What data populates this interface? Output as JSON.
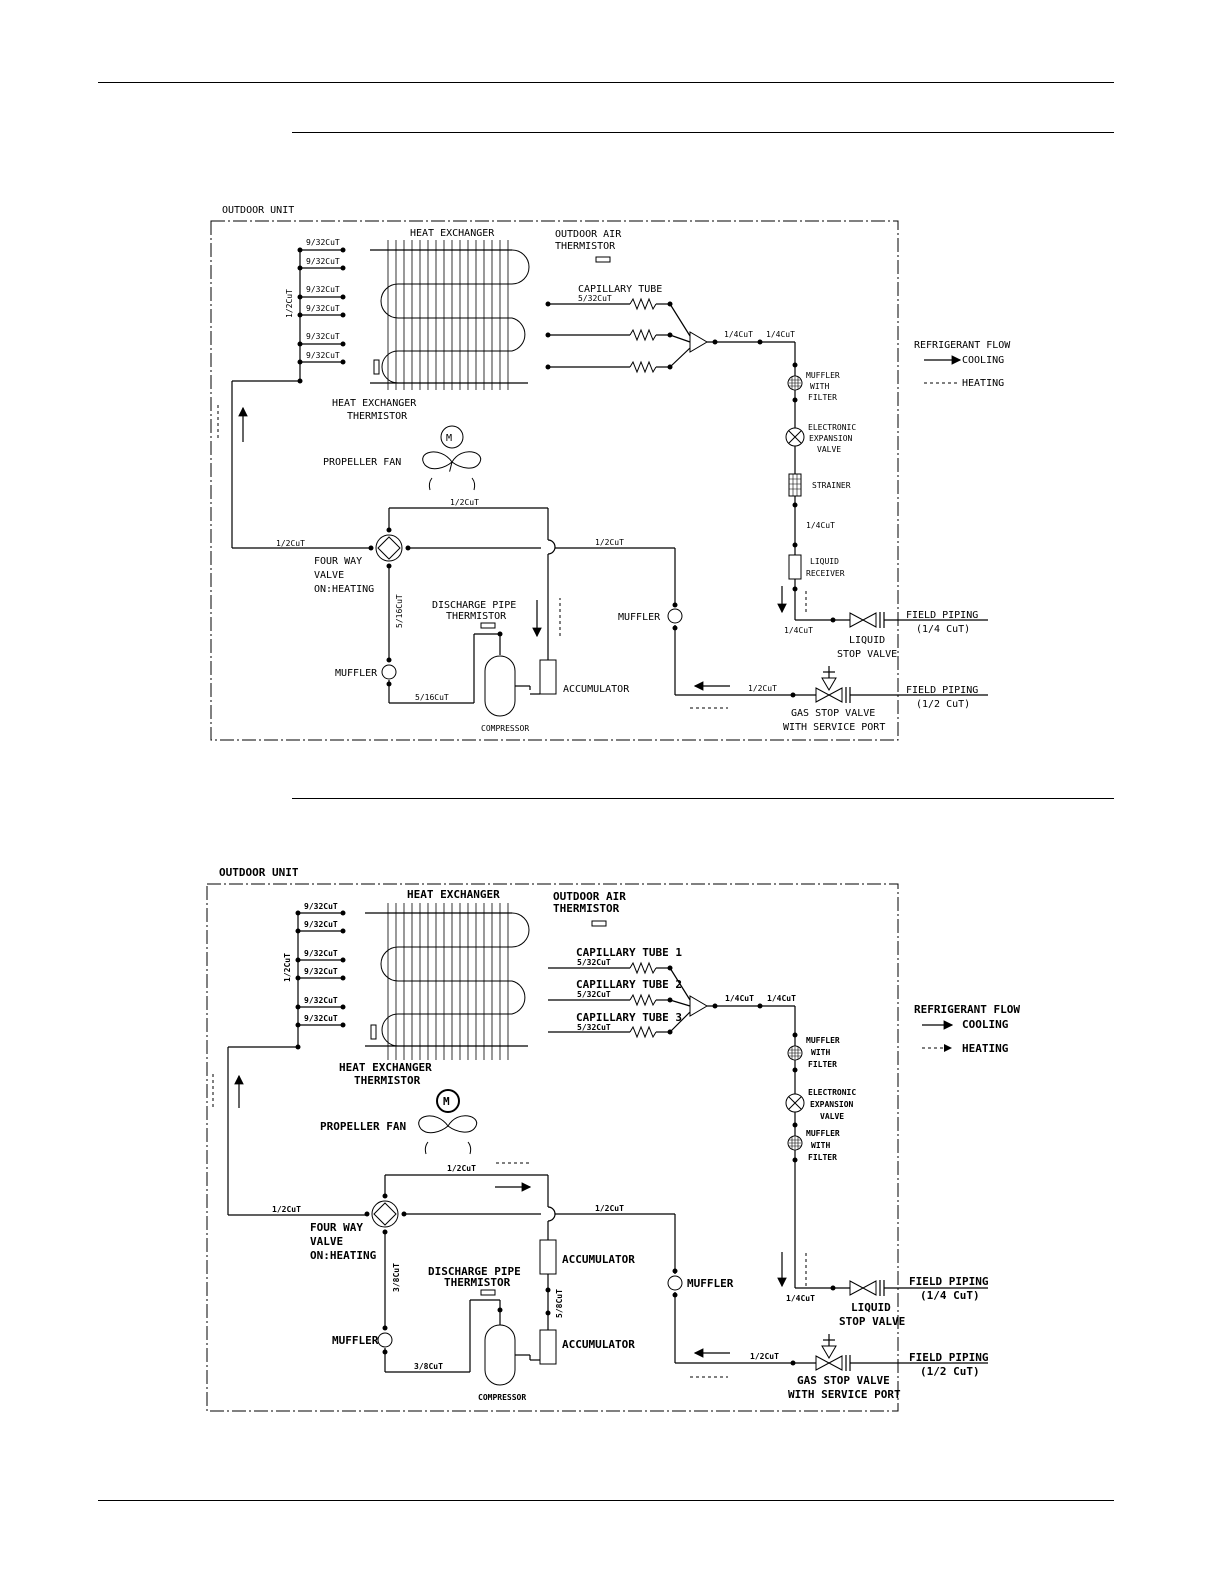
{
  "diagram1": {
    "outdoor_unit": "OUTDOOR UNIT",
    "heat_exchanger": "HEAT EXCHANGER",
    "outdoor_air_1": "OUTDOOR AIR",
    "outdoor_air_2": "THERMISTOR",
    "capillary_tube": "CAPILLARY TUBE",
    "cap_size": "5/32CuT",
    "hx_sizes": [
      "9/32CuT",
      "9/32CuT",
      "9/32CuT",
      "9/32CuT",
      "9/32CuT",
      "9/32CuT"
    ],
    "header_size": "1/2CuT",
    "liquid_size_a": "1/4CuT",
    "liquid_size_b": "1/4CuT",
    "muffler_filter": [
      "MUFFLER",
      "WITH",
      "FILTER"
    ],
    "eev": [
      "ELECTRONIC",
      "EXPANSION",
      "VALVE"
    ],
    "strainer": "STRAINER",
    "liquid_size_c": "1/4CuT",
    "liquid_receiver": [
      "LIQUID",
      "RECEIVER"
    ],
    "hx_thermistor": [
      "HEAT EXCHANGER",
      "THERMISTOR"
    ],
    "propeller_fan": "PROPELLER FAN",
    "motor": "M",
    "pipe_1_2_top": "1/2CuT",
    "pipe_1_2_left": "1/2CuT",
    "pipe_1_2_right": "1/2CuT",
    "four_way": [
      "FOUR WAY",
      "VALVE",
      "ON:HEATING"
    ],
    "pipe_5_16_v": "5/16CuT",
    "discharge": [
      "DISCHARGE PIPE",
      "THERMISTOR"
    ],
    "muffler_mid": "MUFFLER",
    "muffler_left": "MUFFLER",
    "pipe_5_16_h": "5/16CuT",
    "compressor": "COMPRESSOR",
    "accumulator": "ACCUMULATOR",
    "liquid_size_d": "1/4CuT",
    "liquid_stop": [
      "LIQUID",
      "STOP VALVE"
    ],
    "field_piping_1": [
      "FIELD PIPING",
      "(1/4 CuT)"
    ],
    "gas_size": "1/2CuT",
    "gas_stop": [
      "GAS STOP VALVE",
      "WITH SERVICE PORT"
    ],
    "field_piping_2": [
      "FIELD PIPING",
      "(1/2 CuT)"
    ],
    "legend": [
      "REFRIGERANT FLOW",
      "COOLING",
      "HEATING"
    ]
  },
  "diagram2": {
    "outdoor_unit": "OUTDOOR UNIT",
    "heat_exchanger": "HEAT EXCHANGER",
    "outdoor_air_1": "OUTDOOR AIR",
    "outdoor_air_2": "THERMISTOR",
    "capillary_tubes": [
      "CAPILLARY TUBE 1",
      "CAPILLARY TUBE 2",
      "CAPILLARY TUBE 3"
    ],
    "cap_size": "5/32CuT",
    "hx_sizes": [
      "9/32CuT",
      "9/32CuT",
      "9/32CuT",
      "9/32CuT",
      "9/32CuT",
      "9/32CuT"
    ],
    "header_size": "1/2CuT",
    "liquid_size_a": "1/4CuT",
    "liquid_size_b": "1/4CuT",
    "muffler_filter": [
      "MUFFLER",
      "WITH",
      "FILTER"
    ],
    "eev": [
      "ELECTRONIC",
      "EXPANSION",
      "VALVE"
    ],
    "hx_thermistor": [
      "HEAT EXCHANGER",
      "THERMISTOR"
    ],
    "propeller_fan": "PROPELLER FAN",
    "motor": "M",
    "pipe_1_2_top": "1/2CuT",
    "pipe_1_2_left": "1/2CuT",
    "pipe_1_2_right": "1/2CuT",
    "four_way": [
      "FOUR WAY",
      "VALVE",
      "ON:HEATING"
    ],
    "pipe_3_8_v": "3/8CuT",
    "discharge": [
      "DISCHARGE PIPE",
      "THERMISTOR"
    ],
    "accumulator_top": "ACCUMULATOR",
    "pipe_5_8_v": "5/8CuT",
    "accumulator_bottom": "ACCUMULATOR",
    "muffler_mid": "MUFFLER",
    "muffler_left": "MUFFLER",
    "pipe_3_8_h": "3/8CuT",
    "compressor": "COMPRESSOR",
    "liquid_size_d": "1/4CuT",
    "liquid_stop": [
      "LIQUID",
      "STOP VALVE"
    ],
    "field_piping_1": [
      "FIELD PIPING",
      "(1/4 CuT)"
    ],
    "gas_size": "1/2CuT",
    "gas_stop": [
      "GAS STOP VALVE",
      "WITH SERVICE PORT"
    ],
    "field_piping_2": [
      "FIELD PIPING",
      "(1/2 CuT)"
    ],
    "legend": [
      "REFRIGERANT FLOW",
      "COOLING",
      "HEATING"
    ]
  }
}
